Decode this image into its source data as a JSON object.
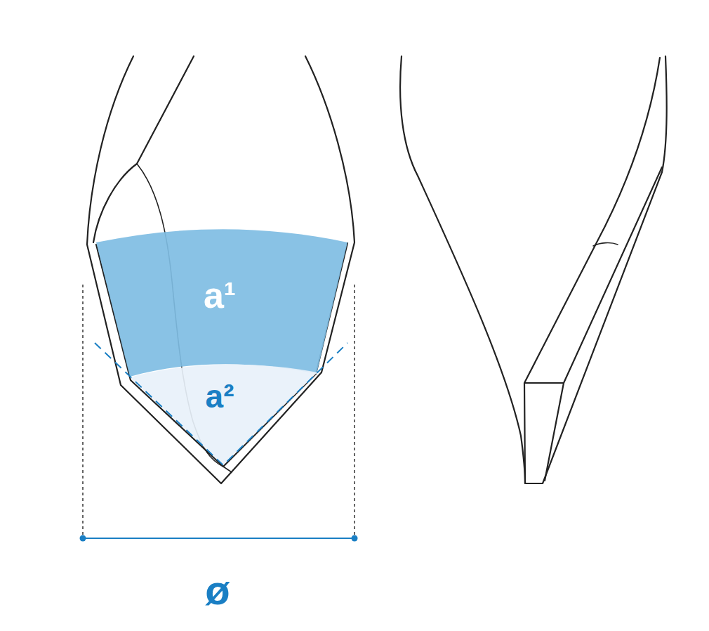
{
  "diagram": {
    "nodes": [
      {
        "text": [
          "a¹"
        ]
      },
      {
        "text": [
          "a²"
        ]
      }
    ],
    "labels": [
      "ø"
    ]
  }
}
